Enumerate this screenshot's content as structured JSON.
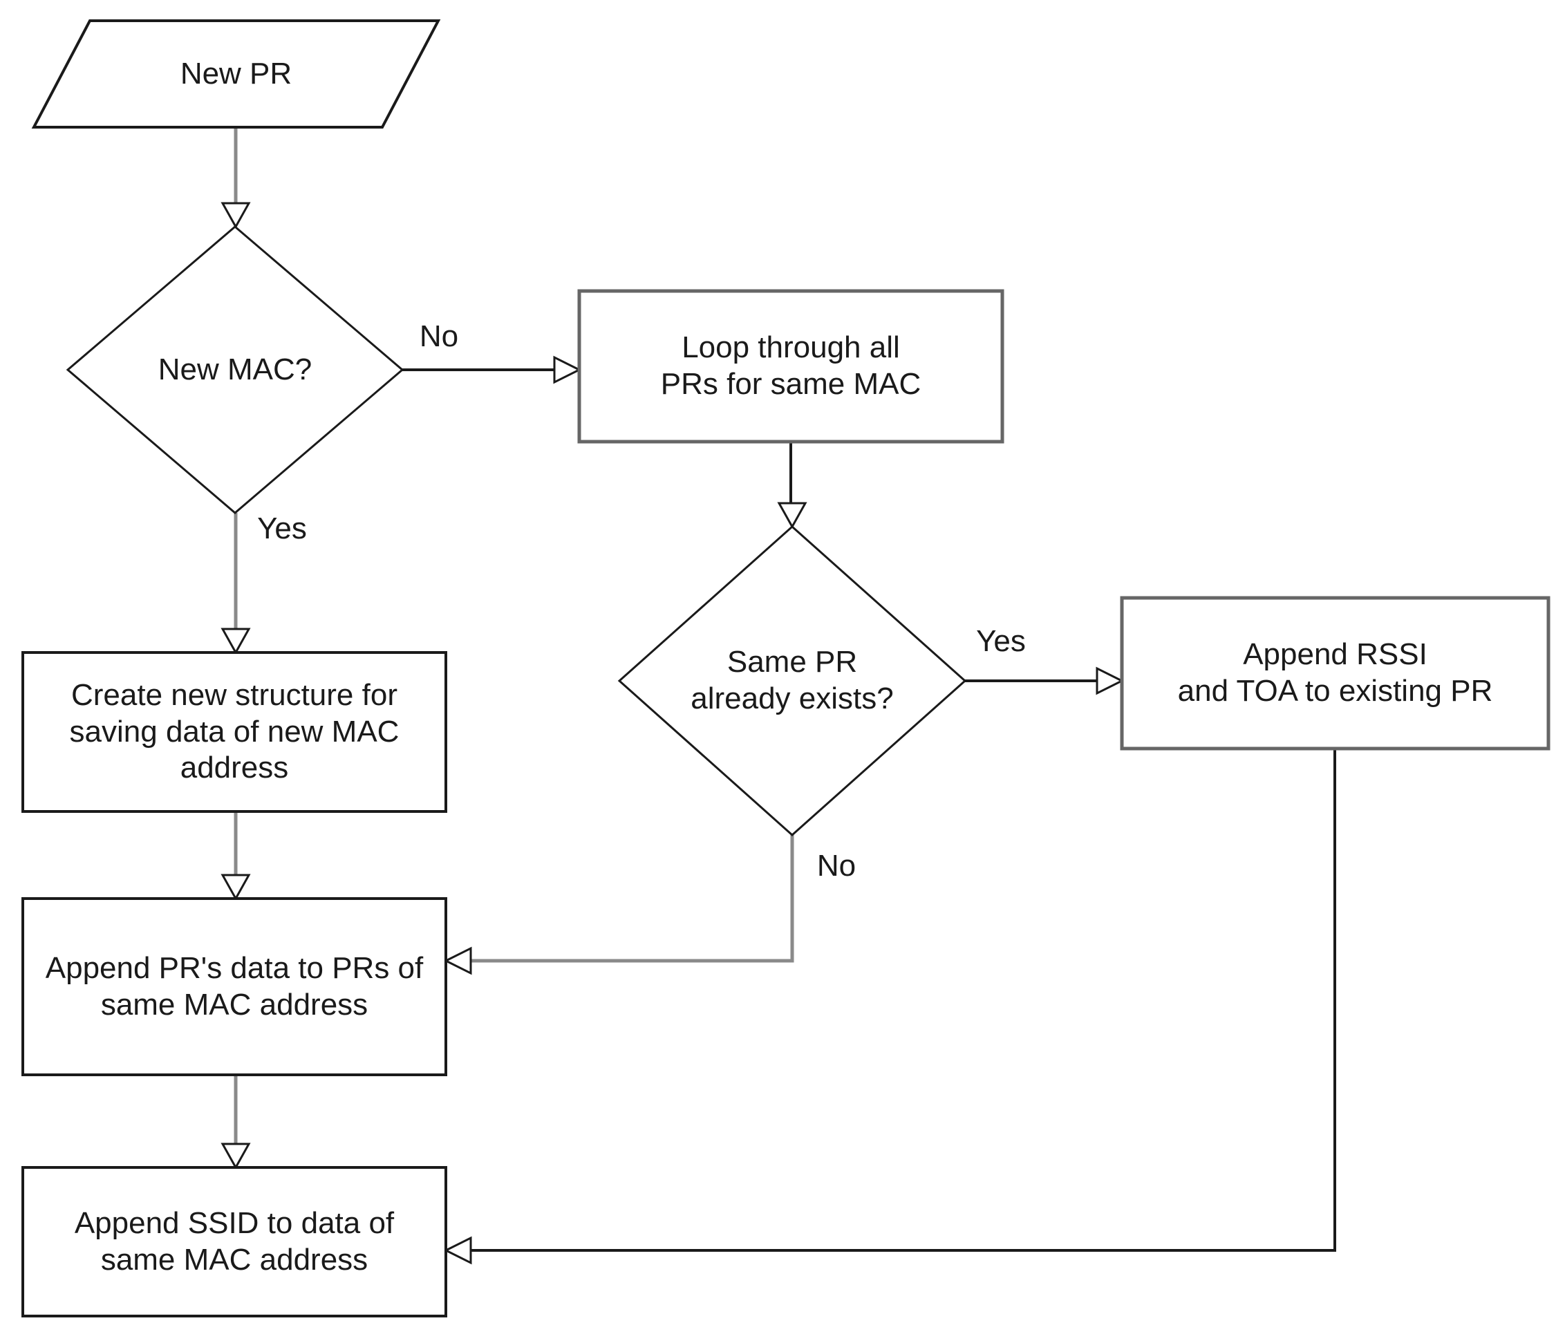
{
  "diagram": {
    "type": "flowchart",
    "nodes": {
      "start": {
        "shape": "parallelogram",
        "label": "New PR"
      },
      "new_mac": {
        "shape": "decision",
        "label": "New MAC?"
      },
      "loop": {
        "shape": "process",
        "label": "Loop through all\nPRs for same MAC"
      },
      "same_pr": {
        "shape": "decision",
        "label": "Same PR\nalready exists?"
      },
      "append_rssi": {
        "shape": "process",
        "label": "Append RSSI\nand TOA to existing PR"
      },
      "create_structure": {
        "shape": "process",
        "label": "Create new structure for\nsaving data of new MAC\naddress"
      },
      "append_pr_data": {
        "shape": "process",
        "label": "Append PR's data to PRs of\nsame MAC address"
      },
      "append_ssid": {
        "shape": "process",
        "label": "Append SSID to data of\nsame MAC address"
      }
    },
    "edge_labels": {
      "new_mac_no": "No",
      "new_mac_yes": "Yes",
      "same_pr_yes": "Yes",
      "same_pr_no": "No"
    },
    "colors": {
      "background": "#ffffff",
      "border_dark": "#1a1a1a",
      "border_gray": "#666666",
      "connector_dark": "#1a1a1a",
      "connector_gray": "#8a8a8a",
      "arrowhead_fill": "#ffffff",
      "text": "#1a1a1a"
    }
  }
}
